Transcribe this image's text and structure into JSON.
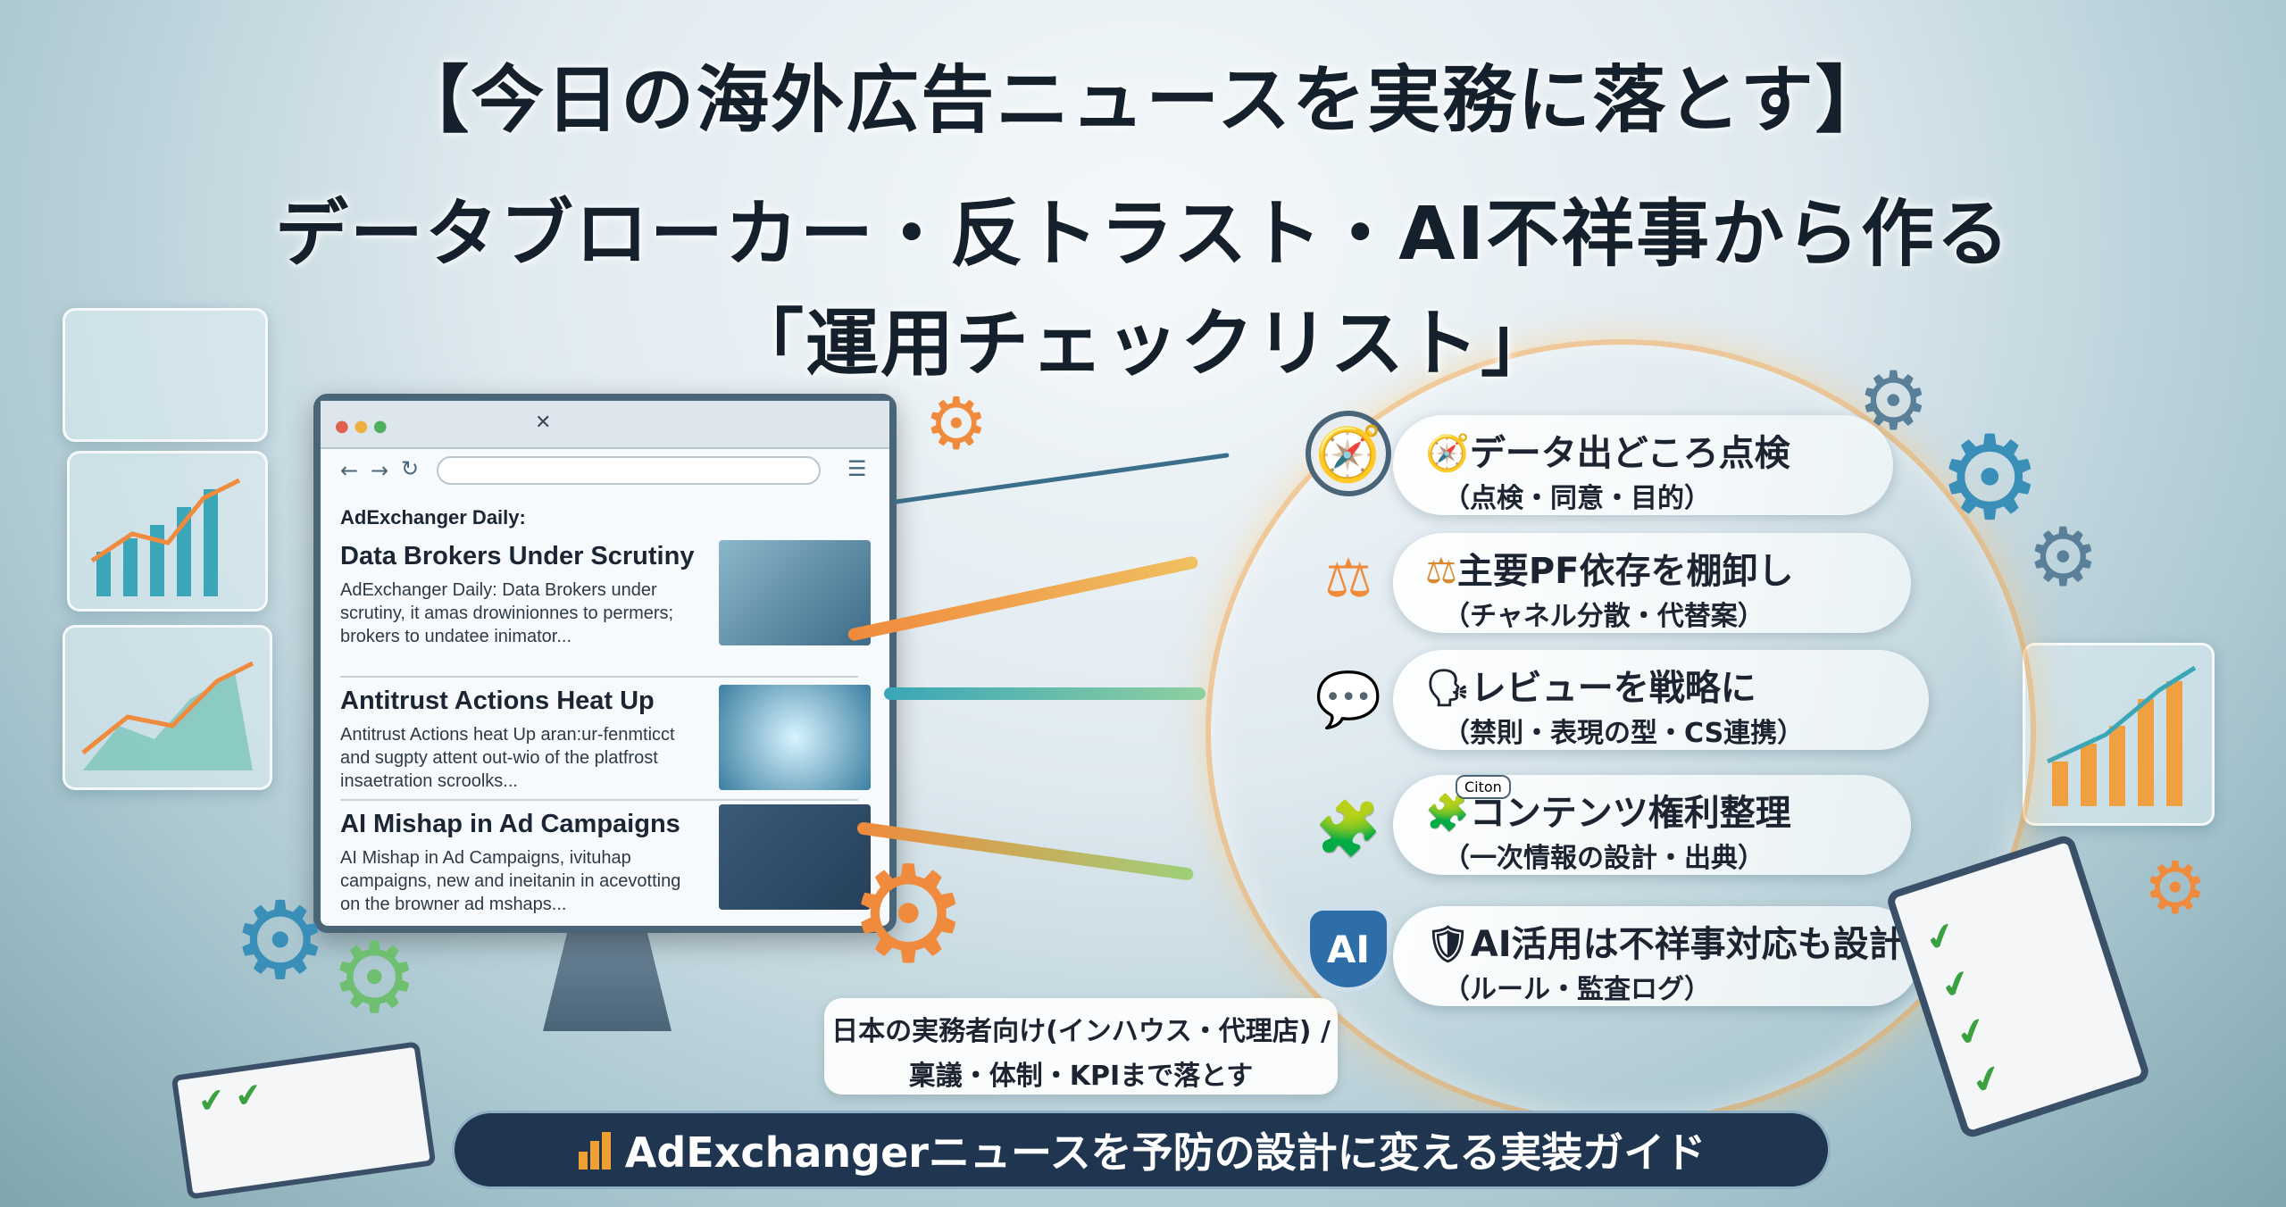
{
  "title": {
    "line1": "【今日の海外広告ニュースを実務に落とす】",
    "line2": "データブローカー・反トラスト・AI不祥事から作る",
    "line3": "「運用チェックリスト」"
  },
  "browser": {
    "masthead": "AdExchanger Daily:",
    "articles": [
      {
        "headline": "Data Brokers Under Scrutiny",
        "body": "AdExchanger Daily: Data Brokers under scrutiny, it amas drowinionnes to permers; brokers to undatee inimator..."
      },
      {
        "headline": "Antitrust Actions Heat Up",
        "body": "Antitrust Actions heat Up aran:ur-fenmticct and sugpty attent out-wio of the platfrost insaetration scroolks..."
      },
      {
        "headline": "AI Mishap in Ad Campaigns",
        "body": "AI Mishap in Ad Campaigns, ivituhap campaigns, new and ineitanin in acevotting on the browner ad mshaps..."
      }
    ]
  },
  "checklist": [
    {
      "icon": "compass-icon",
      "glyph": "🧭",
      "title": "データ出どころ点検",
      "sub": "（点検・同意・目的）"
    },
    {
      "icon": "scales-icon",
      "glyph": "⚖",
      "title": "主要PF依存を棚卸し",
      "sub": "（チャネル分散・代替案）"
    },
    {
      "icon": "speaking-head-icon",
      "glyph": "🗣",
      "title": "レビューを戦略に",
      "sub": "（禁則・表現の型・CS連携）"
    },
    {
      "icon": "puzzle-icon",
      "glyph": "🧩",
      "title": "コンテンツ権利整理",
      "sub": "（一次情報の設計・出典）"
    },
    {
      "icon": "shield-icon",
      "glyph": "🛡",
      "title": "AI活用は不祥事対応も設計",
      "sub": "（ルール・監査ログ）"
    }
  ],
  "puzzle_bubble": "Citon",
  "shield_label": "AI",
  "audience": {
    "line1": "日本の実務者向け(インハウス・代理店) /",
    "line2": "稟議・体制・KPIまで落とす"
  },
  "banner": {
    "text": "AdExchangerニュースを予防の設計に変える実装ガイド"
  },
  "colors": {
    "navy": "#1f3550",
    "orange": "#f08a3c",
    "teal": "#3aa6b8"
  }
}
